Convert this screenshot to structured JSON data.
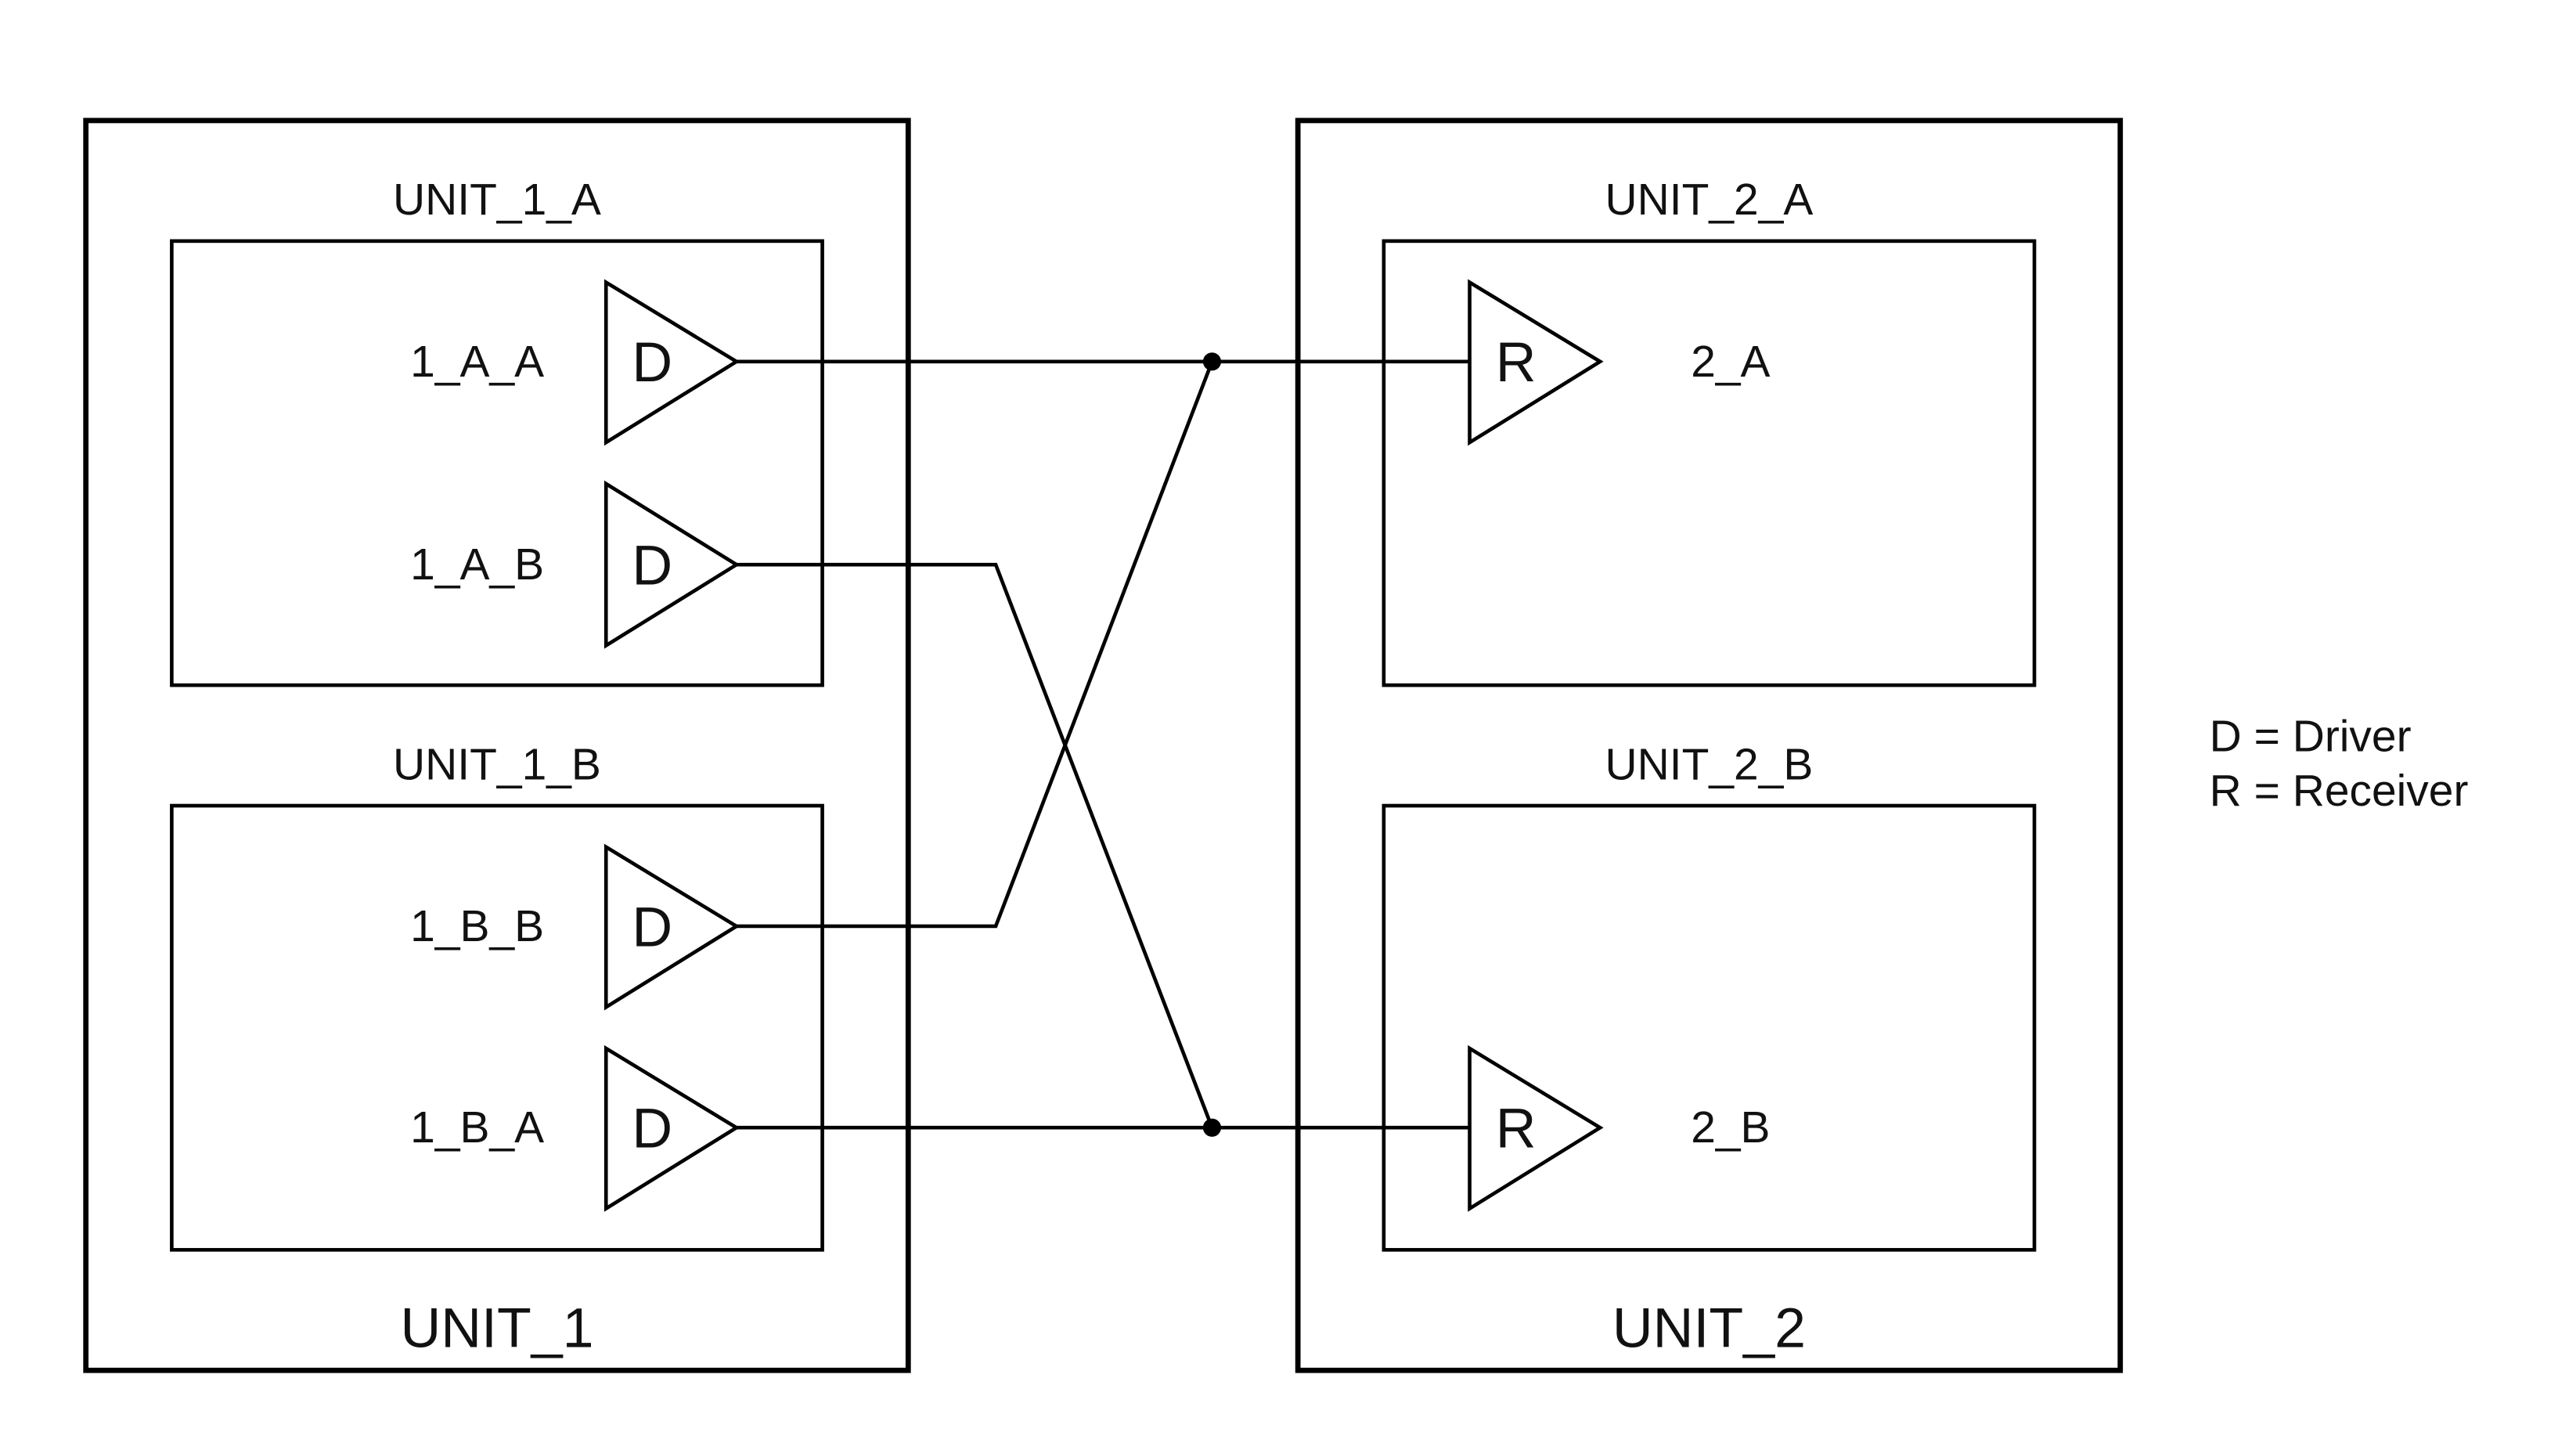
{
  "units": {
    "unit_1": {
      "label": "UNIT_1",
      "sub_a": {
        "label": "UNIT_1_A",
        "channels": [
          {
            "pin": "1_A_A",
            "gate": "D"
          },
          {
            "pin": "1_A_B",
            "gate": "D"
          }
        ]
      },
      "sub_b": {
        "label": "UNIT_1_B",
        "channels": [
          {
            "pin": "1_B_B",
            "gate": "D"
          },
          {
            "pin": "1_B_A",
            "gate": "D"
          }
        ]
      }
    },
    "unit_2": {
      "label": "UNIT_2",
      "sub_a": {
        "label": "UNIT_2_A",
        "channels": [
          {
            "pin": "2_A",
            "gate": "R"
          }
        ]
      },
      "sub_b": {
        "label": "UNIT_2_B",
        "channels": [
          {
            "pin": "2_B",
            "gate": "R"
          }
        ]
      }
    }
  },
  "connections": [
    {
      "from": "1_A_A",
      "to": "2_A"
    },
    {
      "from": "1_B_B",
      "to": "2_A"
    },
    {
      "from": "1_A_B",
      "to": "2_B"
    },
    {
      "from": "1_B_A",
      "to": "2_B"
    }
  ],
  "legend": {
    "driver": "D = Driver",
    "receiver": "R = Receiver"
  }
}
